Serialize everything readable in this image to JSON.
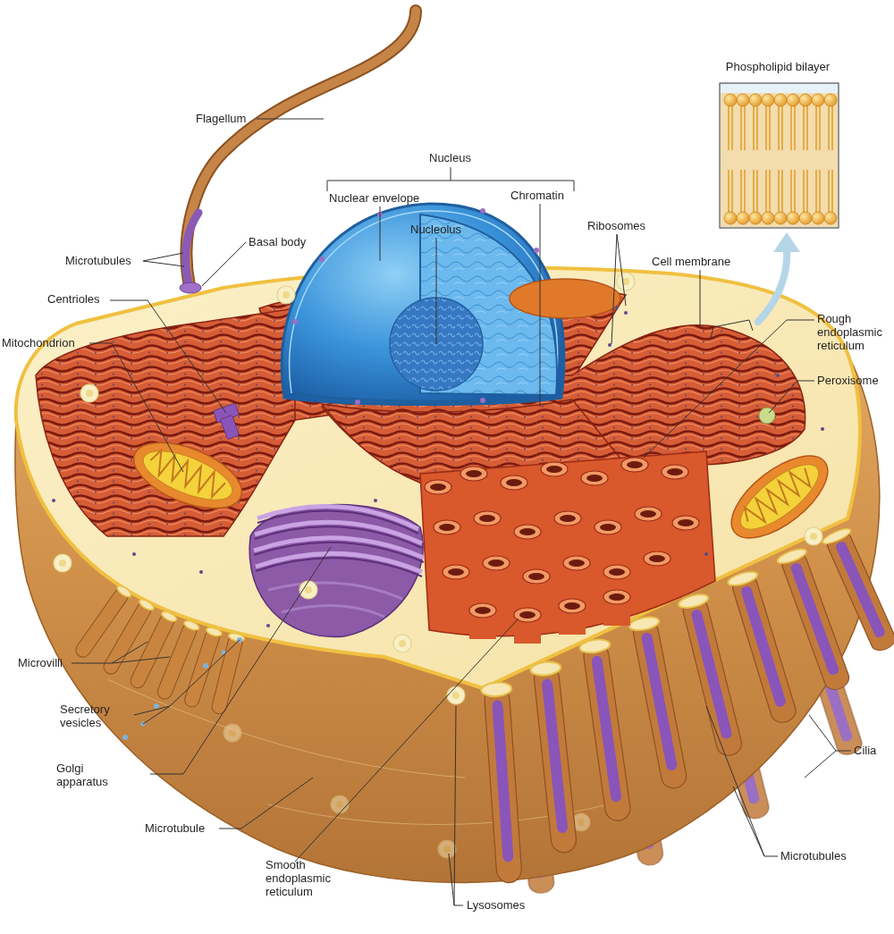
{
  "diagram": {
    "nodes": [
      {
        "text": [
          "Phospholipid bilayer"
        ]
      }
    ],
    "labels": [
      "Flagellum",
      "Nucleus",
      "Nuclear envelope",
      "Chromatin",
      "Nucleolus",
      "Ribosomes",
      "Microtubules",
      "Basal body",
      "Centrioles",
      "Cell membrane",
      "Mitochondrion",
      "Rough endoplasmic reticulum",
      "Peroxisome",
      "Microvilli",
      "Secretory vesicles",
      "Golgi apparatus",
      "Microtubule",
      "Smooth endoplasmic reticulum",
      "Lysosomes",
      "Cilia",
      "Microtubules"
    ]
  }
}
